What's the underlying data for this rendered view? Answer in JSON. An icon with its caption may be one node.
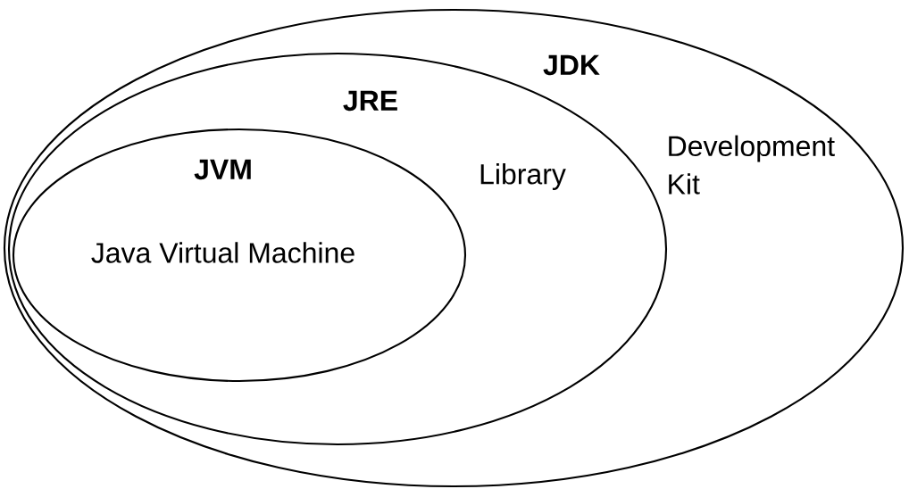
{
  "diagram": {
    "nodes": [
      {
        "text": [
          "JDK",
          "Development Kit"
        ]
      },
      {
        "text": [
          "JRE",
          "Library"
        ],
        "in": 0
      },
      {
        "text": [
          "JVM",
          "Java Virtual Machine"
        ],
        "in": 1
      }
    ]
  }
}
